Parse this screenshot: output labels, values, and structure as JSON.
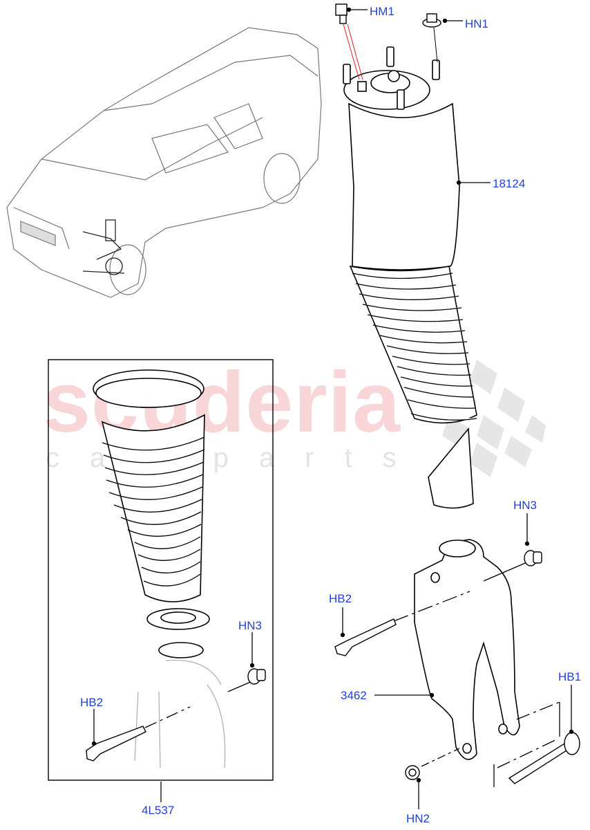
{
  "diagram": {
    "type": "exploded parts diagram",
    "subject": "Front air suspension strut assembly",
    "watermark": {
      "main": "scuderia",
      "sub": "car parts"
    },
    "callouts": [
      {
        "id": "HM1",
        "label": "HM1"
      },
      {
        "id": "HN1",
        "label": "HN1"
      },
      {
        "id": "18124",
        "label": "18124"
      },
      {
        "id": "HN3-right",
        "label": "HN3"
      },
      {
        "id": "HB2-right",
        "label": "HB2"
      },
      {
        "id": "3462",
        "label": "3462"
      },
      {
        "id": "HB1",
        "label": "HB1"
      },
      {
        "id": "HN2",
        "label": "HN2"
      },
      {
        "id": "HN3-kit",
        "label": "HN3"
      },
      {
        "id": "HB2-kit",
        "label": "HB2"
      },
      {
        "id": "4L537",
        "label": "4L537"
      }
    ],
    "colors": {
      "callout_text": "#1f3fe0",
      "line": "#000000",
      "watermark": "#f6c9cc",
      "leader_red": "#e02020"
    }
  }
}
